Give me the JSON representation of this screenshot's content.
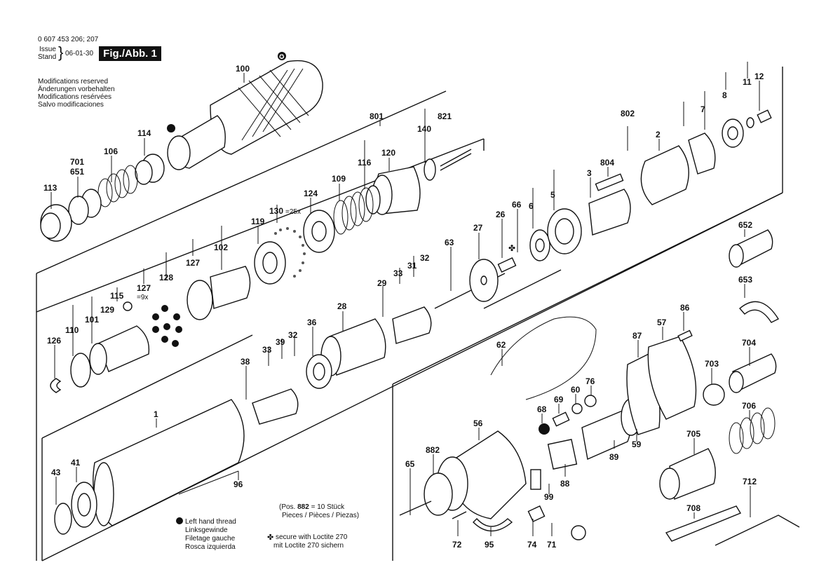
{
  "header": {
    "doc_number": "0 607 453 206; 207",
    "issue_label": "Issue",
    "stand_label": "Stand",
    "issue_date": "06-01-30",
    "figure_label": "Fig./Abb. 1"
  },
  "modifications": [
    "Modifications reserved",
    "Änderungen vorbehalten",
    "Modifications resérvées",
    "Salvo modificaciones"
  ],
  "part_labels": {
    "p100": "100",
    "p114": "114",
    "p106": "106",
    "p701": "701",
    "p651": "651",
    "p113": "113",
    "p801": "801",
    "p821": "821",
    "p140": "140",
    "p120": "120",
    "p116": "116",
    "p109": "109",
    "p124": "124",
    "p130": "130",
    "p130q": "=25x",
    "p119": "119",
    "p102": "102",
    "p127a": "127",
    "p128": "128",
    "p127b": "127",
    "p127bq": "=9x",
    "p115": "115",
    "p129": "129",
    "p101": "101",
    "p110": "110",
    "p126": "126",
    "p802": "802",
    "p12": "12",
    "p11": "11",
    "p8": "8",
    "p7": "7",
    "p2": "2",
    "p804": "804",
    "p3": "3",
    "p5": "5",
    "p6": "6",
    "p66": "66",
    "p26": "26",
    "p27": "27",
    "p63": "63",
    "p32a": "32",
    "p31": "31",
    "p33a": "33",
    "p29": "29",
    "p28": "28",
    "p36": "36",
    "p39": "39",
    "p32b": "32",
    "p33b": "33",
    "p38": "38",
    "p652": "652",
    "p653": "653",
    "p86": "86",
    "p87": "87",
    "p57": "57",
    "p704": "704",
    "p703": "703",
    "p706": "706",
    "p62": "62",
    "p76": "76",
    "p60": "60",
    "p69": "69",
    "p68": "68",
    "p56": "56",
    "p882": "882",
    "p65": "65",
    "p89": "89",
    "p59": "59",
    "p88": "88",
    "p99": "99",
    "p705": "705",
    "p712": "712",
    "p708": "708",
    "p72": "72",
    "p95": "95",
    "p74": "74",
    "p71": "71",
    "p1": "1",
    "p41": "41",
    "p43": "43",
    "p96": "96"
  },
  "notes": {
    "pos_line1_prefix": "(Pos. ",
    "pos_line1_bold": "882",
    "pos_line1_suffix": " = 10 Stück",
    "pos_line2": "Pieces / Pièces / Piezas)",
    "left_hand": [
      "Left hand thread",
      "Linksgewinde",
      "Filetage gauche",
      "Rosca izquierda"
    ],
    "loctite": [
      "secure with Loctite 270",
      "mit Loctite 270 sichern"
    ]
  },
  "icons": {
    "left_hand_symbol": "star-circle-icon",
    "loctite_symbol": "four-petal-icon"
  },
  "colors": {
    "ink": "#111111",
    "paper": "#ffffff",
    "figure_label_bg": "#111111",
    "figure_label_fg": "#ffffff"
  }
}
